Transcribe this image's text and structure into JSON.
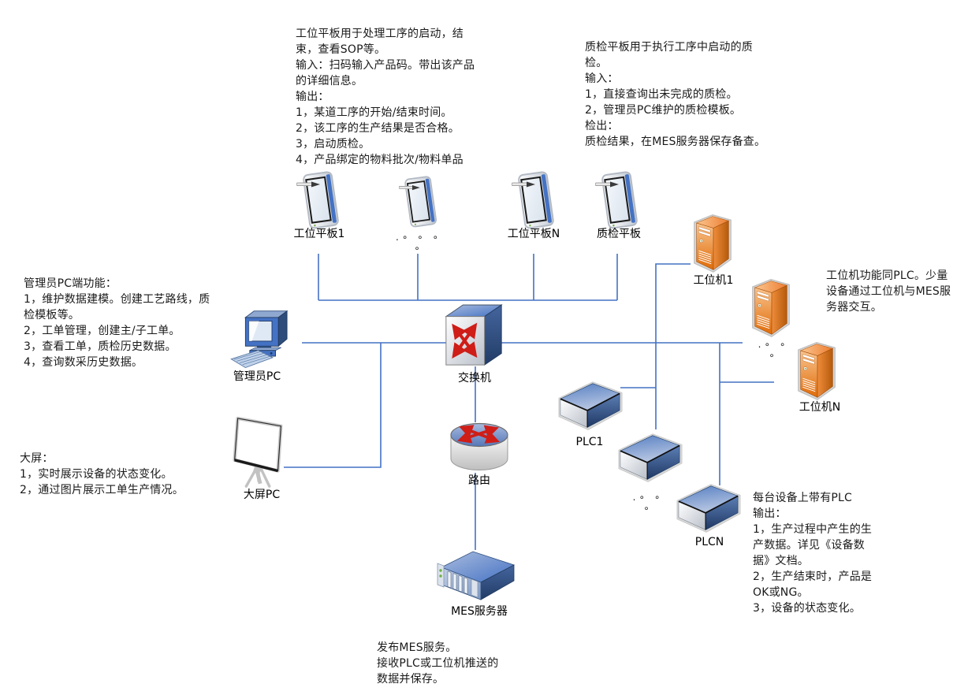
{
  "colors": {
    "background": "#ffffff",
    "connector": "#4472c4",
    "device_blue": "#4472c4",
    "device_blue_dark": "#2e4d7b",
    "device_orange": "#ed7d31",
    "arrow_red": "#cf1d17",
    "led_green": "#70ad47",
    "text": "#000000"
  },
  "annotations": {
    "workstation_tablet": "工位平板用于处理工序的启动，结\n束，查看SOP等。\n输入：扫码输入产品码。带出该产品\n的详细信息。\n输出：\n1，某道工序的开始/结束时间。\n2，该工序的生产结果是否合格。\n3，启动质检。\n4，产品绑定的物料批次/物料单品",
    "qc_tablet": "质检平板用于执行工序中启动的质\n检。\n输入：\n1，直接查询出未完成的质检。\n2，管理员PC维护的质检模板。\n检出：\n质检结果，在MES服务器保存备查。",
    "admin_pc": "管理员PC端功能：\n1，维护数据建模。创建工艺路线，质\n检模板等。\n2，工单管理，创建主/子工单。\n3，查看工单，质检历史数据。\n4，查询数采历史数据。",
    "big_screen": "大屏：\n1，实时展示设备的状态变化。\n2，通过图片展示工单生产情况。",
    "station_pc": "工位机功能同PLC。少量\n设备通过工位机与MES服\n务器交互。",
    "plc": "每台设备上带有PLC\n输出：\n1，生产过程中产生的生\n产数据。详见《设备数\n据》文档。\n2，生产结束时，产品是\nOK或NG。\n3，设备的状态变化。",
    "mes_server": "发布MES服务。\n接收PLC或工位机推送的\n数据并保存。"
  },
  "nodes": {
    "tablet1": {
      "label": "工位平板1"
    },
    "tablet_more": {
      "label": ".∘ ∘ ∘ ∘"
    },
    "tabletN": {
      "label": "工位平板N"
    },
    "qc_tablet": {
      "label": "质检平板"
    },
    "admin_pc": {
      "label": "管理员PC"
    },
    "switch": {
      "label": "交换机"
    },
    "big_screen": {
      "label": "大屏PC"
    },
    "router": {
      "label": "路由"
    },
    "mes_server": {
      "label": "MES服务器"
    },
    "station1": {
      "label": "工位机1"
    },
    "station_more": {
      "label": ".∘ ∘ ∘"
    },
    "stationN": {
      "label": "工位机N"
    },
    "plc1": {
      "label": "PLC1"
    },
    "plc_more": {
      "label": ".∘ ∘ ∘"
    },
    "plcN": {
      "label": "PLCN"
    }
  }
}
